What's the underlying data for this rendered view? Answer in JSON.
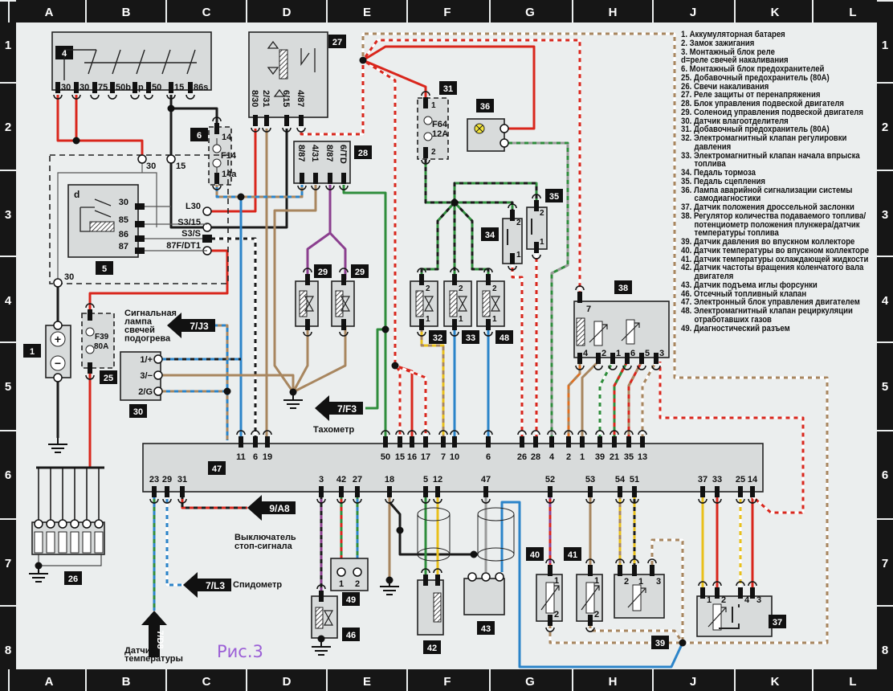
{
  "grid": {
    "columns": [
      "A",
      "B",
      "C",
      "D",
      "E",
      "F",
      "G",
      "H",
      "J",
      "K",
      "L"
    ],
    "rows": [
      "1",
      "2",
      "3",
      "4",
      "5",
      "6",
      "7",
      "8"
    ]
  },
  "figure_caption": "Рис.3",
  "legend": [
    "1. Аккумуляторная батарея",
    "2. Замок зажигания",
    "3. Монтажный блок реле",
    "d=реле свечей накаливания",
    "6. Монтажный блок предохранителей",
    "25. Добавочный предохранитель (80А)",
    "26. Свечи накаливания",
    "27. Реле защиты от перенапряжения",
    "28. Блок управления подвеской двигателя",
    "29. Соленоид управления подвеской двигателя",
    "30. Датчик влагоотделителя",
    "31. Добавочный предохранитель (80А)",
    "32. Электромагнитный клапан регулировки давления",
    "33. Электромагнитный клапан начала впрыска топлива",
    "34. Педаль тормоза",
    "35. Педаль сцепления",
    "36. Лампа аварийной сигнализации системы самодиагностики",
    "37. Датчик положения дроссельной заслонки",
    "38. Регулятор количества подаваемого топлива/потенциометр положения плунжера/датчик температуры топлива",
    "39. Датчик давления во впускном коллекторе",
    "40. Датчик температуры во впускном коллекторе",
    "41. Датчик температуры охлаждающей жидкости",
    "42. Датчик частоты вращения коленчатого вала двигателя",
    "43. Датчик подъема иглы форсунки",
    "46. Отсечный топливный клапан",
    "47. Электронный блок управления двигателем",
    "48. Электромагнитный клапан рециркуляции отработавших газов",
    "49. Диагностический разъем"
  ],
  "ignition_switch": {
    "badge": "4",
    "pins": [
      "30",
      "30",
      "75",
      "50b",
      "p",
      "50",
      "15",
      "86s"
    ]
  },
  "overvoltage_relay": {
    "badge": "27",
    "pins": [
      "8/30",
      "2/31",
      "6/15",
      "4/87"
    ]
  },
  "fuse_block": {
    "badge": "6",
    "pins": [
      "14",
      "14a"
    ],
    "fuse": "F14"
  },
  "relay_block": {
    "terminals": [
      "30",
      "15",
      "L30",
      "S3/15",
      "S3/S",
      "87F/DT1",
      "30"
    ]
  },
  "glow_relay": {
    "badge": "5",
    "label": "d",
    "pins": [
      "30",
      "85",
      "86",
      "87"
    ]
  },
  "mount_control": {
    "badge": "28",
    "pins": [
      "8/87",
      "4/31",
      "8/87",
      "6/TD"
    ]
  },
  "fuse31": {
    "badge": "31",
    "pins": [
      "1",
      "2"
    ],
    "fuse": "F64",
    "rating": "12A"
  },
  "lamp36": {
    "badge": "36"
  },
  "switch35": {
    "badge": "35",
    "pins": [
      "2",
      "1"
    ]
  },
  "switch34": {
    "badge": "34",
    "pins": [
      "2",
      "1"
    ]
  },
  "solenoids29": [
    {
      "badge": "29"
    },
    {
      "badge": "29"
    }
  ],
  "battery": {
    "badge": "1",
    "plus": "+",
    "minus": "−"
  },
  "fuse25": {
    "badge": "25",
    "fuse": "F39",
    "rating": "80A"
  },
  "sensor30": {
    "badge": "30",
    "pins": [
      "1/+",
      "3/−",
      "2/G"
    ]
  },
  "valves": [
    {
      "badge": "32",
      "pins": [
        "2",
        "1"
      ]
    },
    {
      "badge": "33",
      "pins": [
        "2",
        "1"
      ]
    },
    {
      "badge": "48",
      "pins": [
        "2",
        "1"
      ]
    }
  ],
  "regulator38": {
    "badge": "38",
    "pin_top": "7",
    "pins_bottom": [
      "4",
      "2",
      "1",
      "6",
      "5",
      "3"
    ]
  },
  "ecu": {
    "badge": "47",
    "top_pins": [
      "11",
      "6",
      "19",
      "50",
      "15",
      "16",
      "17",
      "7",
      "10",
      "6",
      "26",
      "28",
      "4",
      "2",
      "1",
      "39",
      "21",
      "35",
      "13"
    ],
    "bottom_pins": [
      "23",
      "29",
      "31",
      "3",
      "42",
      "27",
      "18",
      "5",
      "12",
      "47",
      "52",
      "53",
      "54",
      "51",
      "37",
      "33",
      "25",
      "14"
    ]
  },
  "glow_plugs": {
    "badge": "26"
  },
  "diag49": {
    "badge": "49",
    "pins": [
      "1",
      "2"
    ]
  },
  "valve46": {
    "badge": "46"
  },
  "sensor42": {
    "badge": "42"
  },
  "sensor43": {
    "badge": "43"
  },
  "sensor40": {
    "badge": "40",
    "pins": [
      "1",
      "2"
    ]
  },
  "sensor41": {
    "badge": "41",
    "pins": [
      "1",
      "2"
    ]
  },
  "sensor39": {
    "badge": "39",
    "pins": [
      "2",
      "1",
      "3"
    ]
  },
  "sensor37": {
    "badge": "37",
    "pins": [
      "1",
      "2",
      "4",
      "3"
    ]
  },
  "connectors": {
    "j3": "7/J3",
    "f3": "7/F3",
    "a8": "9/A8",
    "l3": "7/L3",
    "d8": "7/D8"
  },
  "annotations": {
    "glow_lamp": [
      "Сигнальная",
      "лампа",
      "свечей",
      "подогрева"
    ],
    "tachometer": "Тахометр",
    "brake_switch": [
      "Выключатель",
      "стоп-сигнала"
    ],
    "speedometer": "Спидометр",
    "temp_sensor": [
      "Датчик",
      "температуры"
    ]
  },
  "wire_colors": {
    "red": "#d9261c",
    "brown": "#a8865f",
    "blue": "#2b84c9",
    "green": "#2f8d3c",
    "black": "#1a1a1a",
    "yellow": "#e9c01b",
    "purple": "#8b3f8f",
    "gray": "#9a9a9a",
    "white": "#ffffff",
    "orange": "#e07020"
  },
  "lamp_color": "#f3e43a"
}
